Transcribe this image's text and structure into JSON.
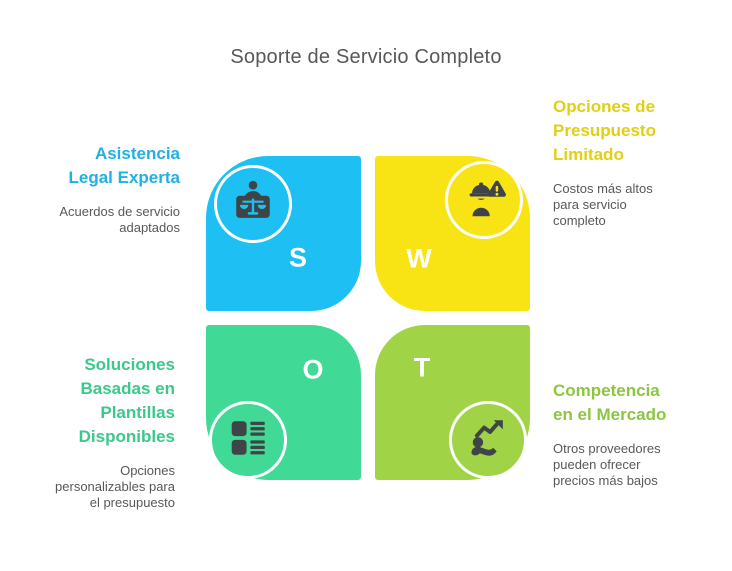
{
  "title": "Soporte de Servicio Completo",
  "palette": {
    "title_text": "#58585B",
    "body_text": "#57585A",
    "icon_ink": "#3F4447",
    "letter_text": "#FFFFFF"
  },
  "quadrants": {
    "strengths": {
      "letter": "S",
      "heading_lines": [
        "Asistencia",
        "Legal Experta"
      ],
      "description_lines": [
        "Acuerdos de servicio",
        "adaptados"
      ],
      "fill": "#1EC0F4",
      "heading_color": "#1FB1E5",
      "icon": "legal-scales-icon"
    },
    "weaknesses": {
      "letter": "W",
      "heading_lines": [
        "Opciones de",
        "Presupuesto",
        "Limitado"
      ],
      "description_lines": [
        "Costos más altos",
        "para servicio",
        "completo"
      ],
      "fill": "#F8E414",
      "heading_color": "#E3CF11",
      "icon": "worker-warning-icon"
    },
    "opportunities": {
      "letter": "O",
      "heading_lines": [
        "Soluciones",
        "Basadas en",
        "Plantillas",
        "Disponibles"
      ],
      "description_lines": [
        "Opciones",
        "personalizables para",
        "el presupuesto"
      ],
      "fill": "#40D995",
      "heading_color": "#3BC98B",
      "icon": "templates-list-icon"
    },
    "threats": {
      "letter": "T",
      "heading_lines": [
        "Competencia",
        "en el Mercado"
      ],
      "description_lines": [
        "Otros proveedores",
        "pueden ofrecer",
        "precios más bajos"
      ],
      "fill": "#A0D446",
      "heading_color": "#8CC63F",
      "icon": "market-growth-icon"
    }
  }
}
